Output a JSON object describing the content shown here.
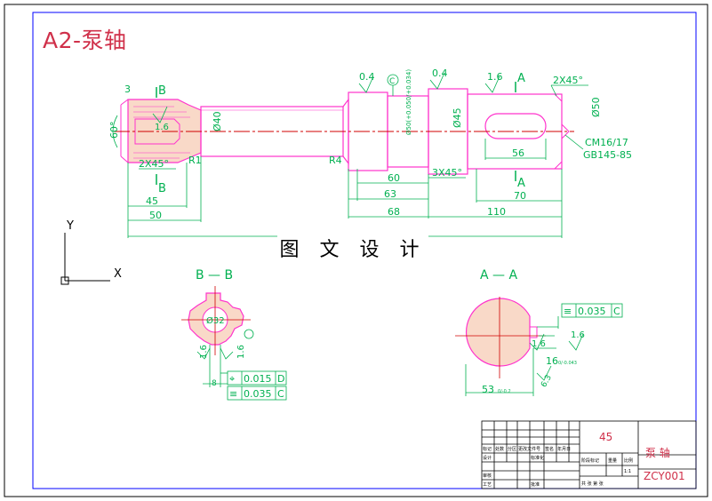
{
  "drawing": {
    "title": "A2-泵轴",
    "watermark": "图 文 设 计"
  },
  "dimensions": {
    "top_roughness": [
      "0.4",
      "0.4",
      "1.6"
    ],
    "section_a_label": "A",
    "section_b_label": "B",
    "chamfer_right": "2X45°",
    "chamfer_left": "2X45°",
    "chamfer_mid": "3X45°",
    "left_angle": "60°",
    "left_small": "3",
    "left_rough": "1.6",
    "dia_40": "Ø40",
    "dia_45": "Ø45",
    "dia_50_tol": "Ø50(+0.050/+0.034)",
    "dia_50_right": "Ø50",
    "r1": "R1",
    "r4": "R4",
    "len_45": "45",
    "len_50": "50",
    "len_60": "60",
    "len_63": "63",
    "len_68": "68",
    "len_70": "70",
    "len_110": "110",
    "len_56": "56",
    "center_note_1": "CM16/17",
    "center_note_2": "GB145-85",
    "datum_c": "C"
  },
  "section_bb": {
    "title": "B — B",
    "dia": "Ø32",
    "rough1": "1.6",
    "rough2": "1.6",
    "dim_8": "8",
    "tol_symbol_1": "⌖",
    "tol_value_1": "0.015",
    "tol_datum_1": "D",
    "tol_symbol_2": "≡",
    "tol_value_2": "0.035",
    "tol_datum_2": "C"
  },
  "section_aa": {
    "title": "A — A",
    "tol_symbol": "≡",
    "tol_value": "0.035",
    "tol_datum": "C",
    "rough1": "1.6",
    "rough2": "1.6",
    "rough3": "6.3",
    "dim_16": "16",
    "dim_16_tol": "0/-0.043",
    "dim_53": "53",
    "dim_53_tol": "0/-0.2"
  },
  "ucs": {
    "x": "X",
    "y": "Y"
  },
  "title_block": {
    "material": "45",
    "part_name": "泵 轴",
    "drawing_no": "ZCY001",
    "headers_row1": [
      "标记",
      "处数",
      "分区",
      "更改文件号",
      "签名",
      "年月日"
    ],
    "designer": "设计",
    "standard": "标准化",
    "stage_mark": "阶段标记",
    "weight": "重量",
    "scale": "比例",
    "scale_value": "1:1",
    "review": "审核",
    "process": "工艺",
    "approve": "批准",
    "sheet_info": "共 张 第 张"
  },
  "colors": {
    "outline": "#0000ff",
    "part": "#ff33cc",
    "centerline": "#d00000",
    "dim": "#00b050",
    "hatch": "#d9534f",
    "section_fill": "#f9d9c8"
  }
}
